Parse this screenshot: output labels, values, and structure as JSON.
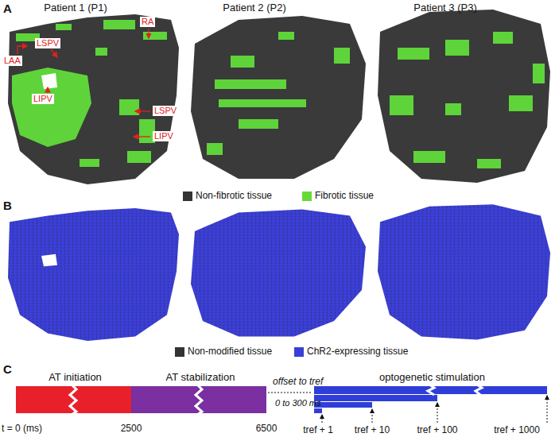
{
  "diagram": {
    "nodes": [
      {
        "text": [
          "AT initiation"
        ]
      },
      {
        "text": [
          "AT stabilization"
        ]
      },
      {
        "text": [
          "optogenetic stimulation"
        ]
      }
    ],
    "labels": [
      "A",
      "Patient 1 (P1)",
      "Patient 2 (P2)",
      "Patient 3 (P3)",
      "LSPV",
      "RA",
      "LAA",
      "LIPV",
      "LSPV",
      "LIPV",
      "B",
      "C",
      "t = 0 (ms)",
      "2500",
      "6500",
      "offset to tref",
      "0 to 300 ms",
      "tref + 1",
      "tref + 10",
      "tref + 100",
      "tref + 1000"
    ],
    "legend": [
      {
        "text": "Non-fibrotic tissue",
        "color": "#333333"
      },
      {
        "text": "Fibrotic tissue",
        "color": "#66d93a"
      },
      {
        "text": "Non-modified tissue",
        "color": "#333333"
      },
      {
        "text": "ChR2-expressing tissue",
        "color": "#3b3fd6"
      }
    ]
  }
}
